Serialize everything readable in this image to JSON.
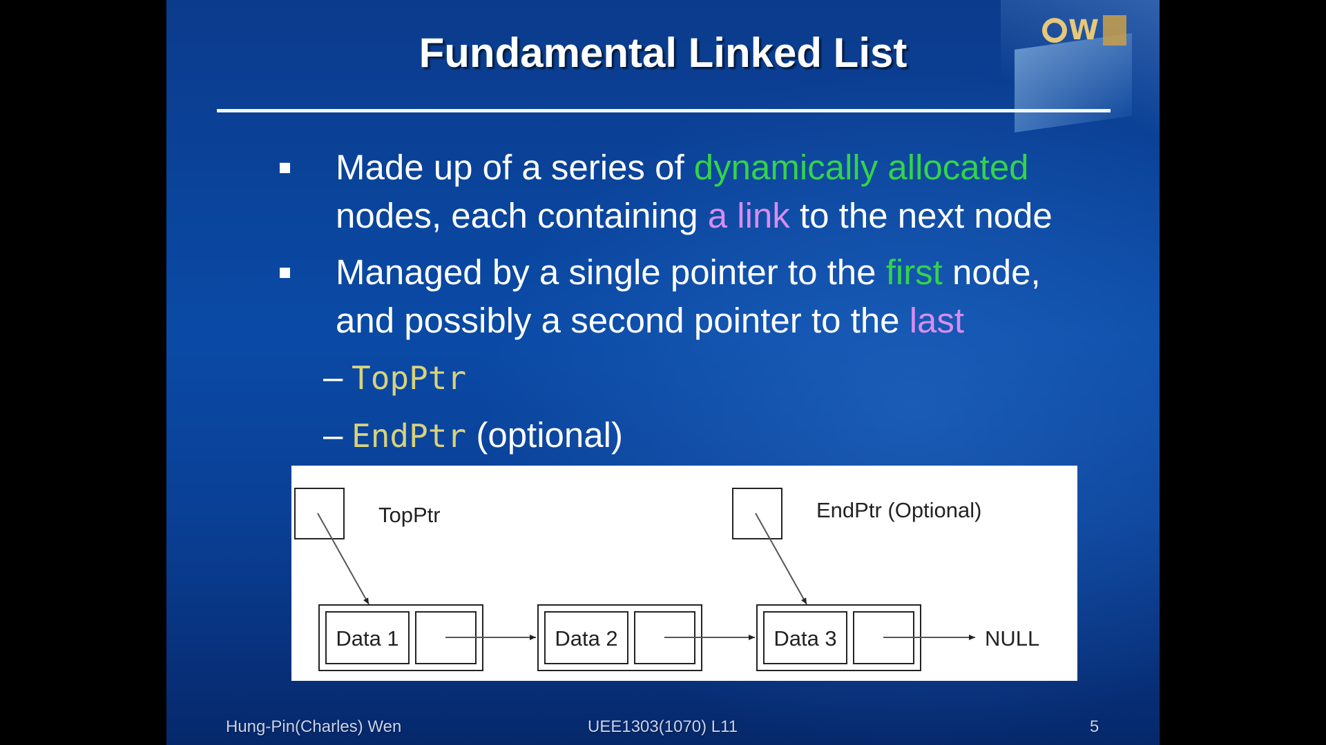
{
  "slide": {
    "title": "Fundamental Linked List",
    "bullets": [
      {
        "line1_a": "Made up of a series of ",
        "line1_b": "dynamically allocated",
        "line2_a": "nodes, each containing ",
        "line2_b": "a link",
        "line2_c": " to the next node"
      },
      {
        "line1_a": "Managed by a single pointer to the ",
        "line1_b": "first",
        "line1_c": " node,",
        "line2_a": "and possibly a second pointer to the ",
        "line2_b": "last"
      }
    ],
    "sub_items": [
      {
        "dash": "–",
        "code": "TopPtr",
        "suffix": ""
      },
      {
        "dash": "–",
        "code": "EndPtr",
        "suffix": " (optional)"
      }
    ]
  },
  "diagram": {
    "top_pointer_label": "TopPtr",
    "end_pointer_label": "EndPtr (Optional)",
    "nodes": [
      "Data 1",
      "Data 2",
      "Data 3"
    ],
    "terminator": "NULL"
  },
  "footer": {
    "author": "Hung-Pin(Charles) Wen",
    "course": "UEE1303(1070) L11",
    "page_number": "5"
  },
  "colors": {
    "emphasis_green": "#34d34a",
    "emphasis_pink": "#d98cf0",
    "code_yellow": "#d9d27a",
    "logo_gold": "#e6c87a"
  }
}
